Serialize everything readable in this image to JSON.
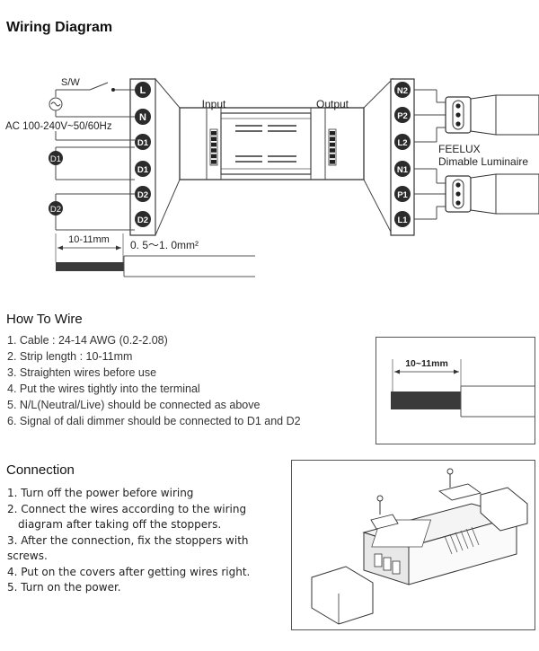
{
  "title": "Wiring Diagram",
  "diagram": {
    "switch_label": "S/W",
    "ac_label": "AC 100-240V~50/60Hz",
    "dimmer_a": "D1",
    "dimmer_b": "D2",
    "left_terminals": [
      "L",
      "N",
      "D1",
      "D1",
      "D2",
      "D2"
    ],
    "right_terminals": [
      "N2",
      "P2",
      "L2",
      "N1",
      "P1",
      "L1"
    ],
    "input_label": "Input",
    "output_label": "Output",
    "luminaire_brand": "FEELUX",
    "luminaire_type": "Dimable Luminaire",
    "strip_label": "10-11mm",
    "wire_size_label": "0. 5～1. 0mm²"
  },
  "how_to_wire": {
    "heading": "How To Wire",
    "steps": [
      "1. Cable : 24-14 AWG (0.2-2.08)",
      "2. Strip length : 10-11mm",
      "3. Straighten wires before use",
      "4. Put the wires tightly into the terminal",
      "5. N/L(Neutral/Live) should be connected as above",
      "6. Signal of dali dimmer should be connected to D1 and D2"
    ],
    "inset_label": "10~11mm"
  },
  "connection": {
    "heading": "Connection",
    "steps": [
      "1. Turn off the power before wiring",
      "2. Connect the wires according to the wiring",
      "diagram after taking off the stoppers.",
      "3. After the connection, fix the stoppers with screws.",
      "4. Put on the covers after getting wires right.",
      "5. Turn on the power."
    ]
  }
}
